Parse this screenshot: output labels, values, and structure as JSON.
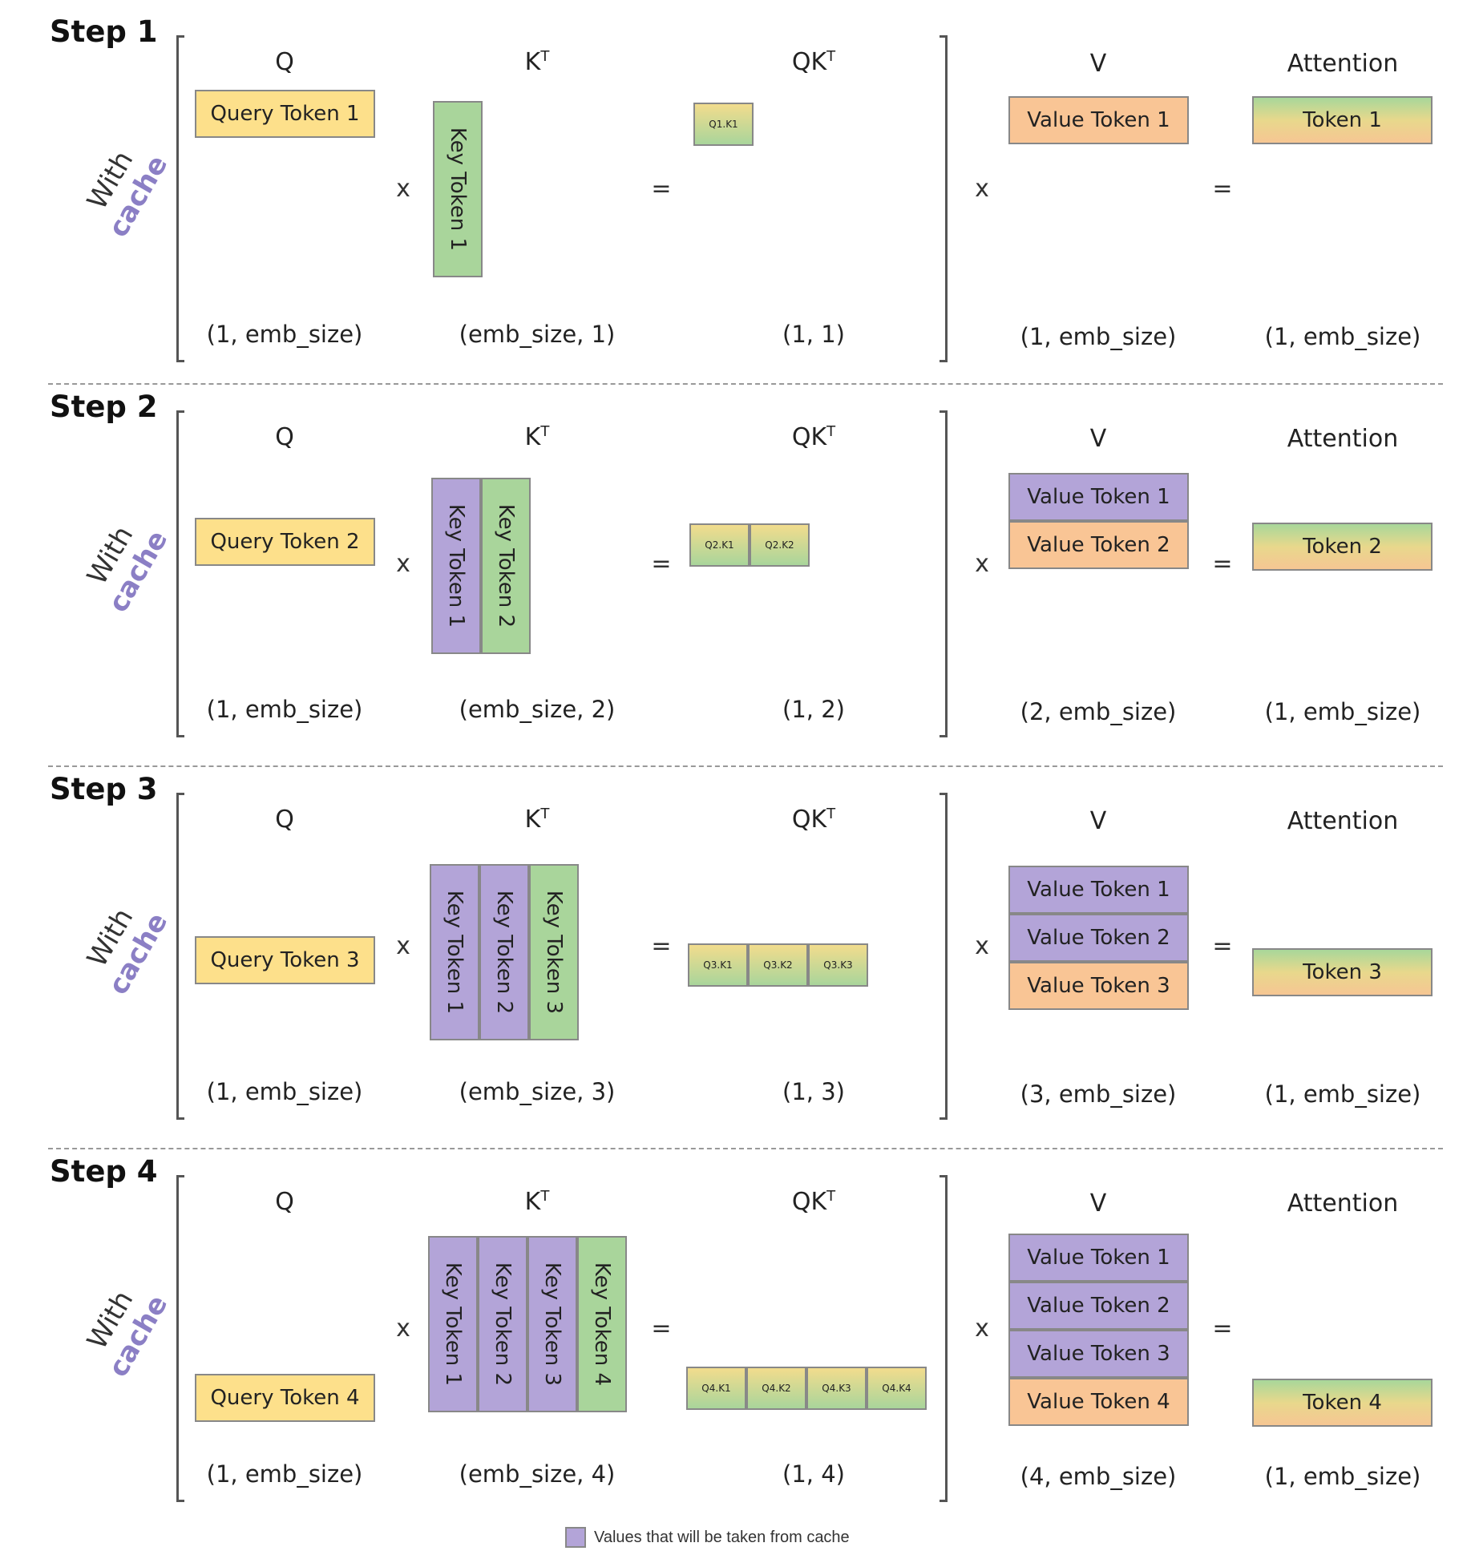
{
  "labels": {
    "with": "With",
    "cache": "cache",
    "q": "Q",
    "k": "K",
    "qk": "QK",
    "sup_t": "T",
    "v": "V",
    "attention": "Attention",
    "times": "x",
    "equals": "=",
    "legend": "Values that will be taken from cache"
  },
  "steps": [
    {
      "title": "Step 1",
      "query": "Query Token 1",
      "keys": [
        "Key Token 1"
      ],
      "qk": [
        "Q1.K1"
      ],
      "values": [
        "Value Token 1"
      ],
      "attention": "Token 1",
      "dims": {
        "q": "(1, emb_size)",
        "k": "(emb_size, 1)",
        "qk": "(1, 1)",
        "v": "(1, emb_size)",
        "attn": "(1, emb_size)"
      }
    },
    {
      "title": "Step 2",
      "query": "Query Token 2",
      "keys": [
        "Key Token 1",
        "Key Token 2"
      ],
      "qk": [
        "Q2.K1",
        "Q2.K2"
      ],
      "values": [
        "Value Token 1",
        "Value Token 2"
      ],
      "attention": "Token 2",
      "dims": {
        "q": "(1, emb_size)",
        "k": "(emb_size, 2)",
        "qk": "(1, 2)",
        "v": "(2, emb_size)",
        "attn": "(1, emb_size)"
      }
    },
    {
      "title": "Step 3",
      "query": "Query Token 3",
      "keys": [
        "Key Token 1",
        "Key Token 2",
        "Key Token 3"
      ],
      "qk": [
        "Q3.K1",
        "Q3.K2",
        "Q3.K3"
      ],
      "values": [
        "Value Token 1",
        "Value Token 2",
        "Value Token 3"
      ],
      "attention": "Token 3",
      "dims": {
        "q": "(1, emb_size)",
        "k": "(emb_size, 3)",
        "qk": "(1, 3)",
        "v": "(3, emb_size)",
        "attn": "(1, emb_size)"
      }
    },
    {
      "title": "Step 4",
      "query": "Query Token 4",
      "keys": [
        "Key Token 1",
        "Key Token 2",
        "Key Token 3",
        "Key Token 4"
      ],
      "qk": [
        "Q4.K1",
        "Q4.K2",
        "Q4.K3",
        "Q4.K4"
      ],
      "values": [
        "Value Token 1",
        "Value Token 2",
        "Value Token 3",
        "Value Token 4"
      ],
      "attention": "Token 4",
      "dims": {
        "q": "(1, emb_size)",
        "k": "(emb_size, 4)",
        "qk": "(1, 4)",
        "v": "(4, emb_size)",
        "attn": "(1, emb_size)"
      }
    }
  ],
  "colors": {
    "query": "#fde08b",
    "key_new": "#a9d59b",
    "value_new": "#f9c595",
    "cached": "#b3a4d8",
    "cache_text": "#8b7fc5"
  }
}
